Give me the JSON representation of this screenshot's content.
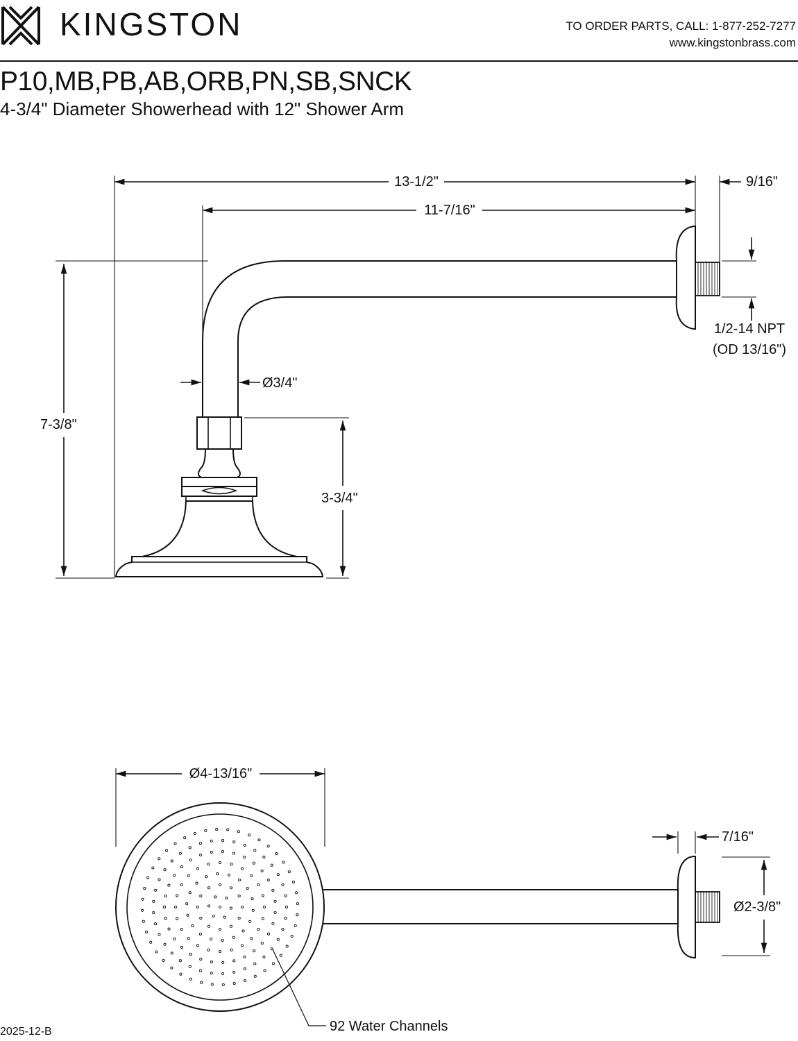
{
  "header": {
    "brand": "KINGSTON",
    "order_line": "TO ORDER PARTS, CALL: 1-877-252-7277",
    "website": "www.kingstonbrass.com"
  },
  "product": {
    "model_codes": "P10,MB,PB,AB,ORB,PN,SB,SNCK",
    "description": "4-3/4\" Diameter Showerhead with 12\" Shower Arm"
  },
  "side_view": {
    "overall_length": "13-1/2\"",
    "arm_length": "11-7/16\"",
    "thread_length": "9/16\"",
    "thread_spec": "1/2-14 NPT",
    "thread_od": "(OD 13/16\")",
    "arm_diameter": "Ø3/4\"",
    "overall_height": "7-3/8\"",
    "head_height": "3-3/4\""
  },
  "top_view": {
    "head_diameter": "Ø4-13/16\"",
    "flange_depth": "7/16\"",
    "flange_diameter": "Ø2-3/8\"",
    "water_channels": "92 Water Channels"
  },
  "footer": {
    "revision": "2025-12-B"
  }
}
